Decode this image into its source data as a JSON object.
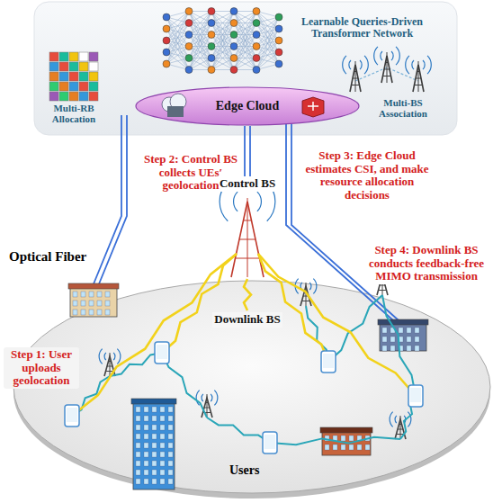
{
  "diagram": {
    "nodes": [
      {
        "text": [
          "Edge Cloud"
        ]
      },
      {
        "text": [
          "Control BS"
        ]
      },
      {
        "text": [
          "Downlink BS"
        ]
      }
    ],
    "edges": [
      {
        "from": 0,
        "to": 1,
        "arrow": "none"
      },
      {
        "from": 1,
        "to": 2,
        "arrow": "none"
      }
    ],
    "labels": [
      "Learnable Queries-Driven Transformer Network",
      "Multi-RB Allocation",
      "Multi-BS Association",
      "Step 2: Control BS collects UEs′ geolocation",
      "Step 3: Edge Cloud estimates CSI, and make resource allocation decisions",
      "Optical Fiber",
      "Step 4: Downlink BS conducts feedback-free MIMO transmission",
      "Step 1: User uploads geolocation",
      "Users"
    ]
  }
}
